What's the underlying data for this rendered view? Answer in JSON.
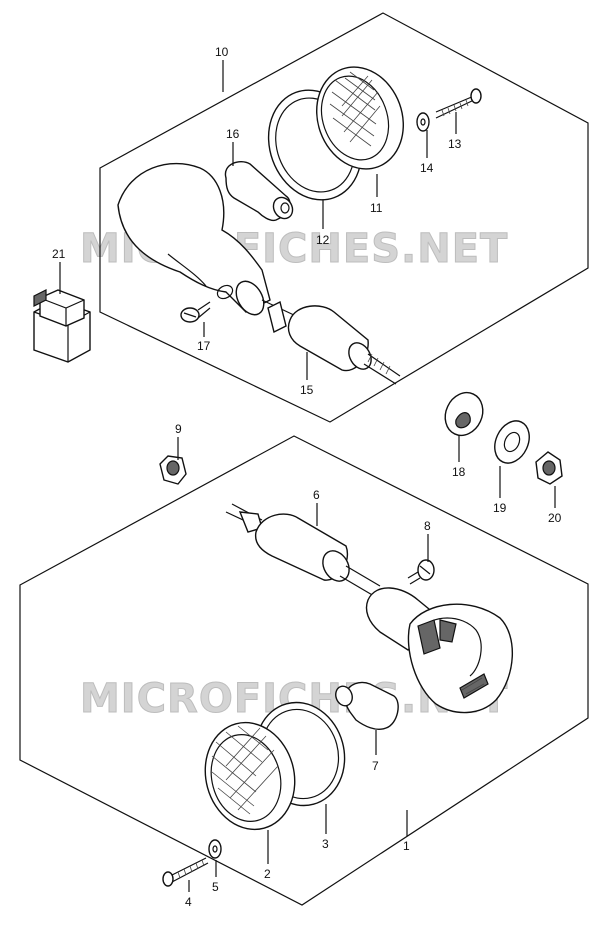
{
  "watermark": "MICROFICHES.NET",
  "callouts": {
    "c1": "1",
    "c2": "2",
    "c3": "3",
    "c4": "4",
    "c5": "5",
    "c6": "6",
    "c7": "7",
    "c8": "8",
    "c9": "9",
    "c10": "10",
    "c11": "11",
    "c12": "12",
    "c13": "13",
    "c14": "14",
    "c15": "15",
    "c16": "16",
    "c17": "17",
    "c18": "18",
    "c19": "19",
    "c20": "20",
    "c21": "21"
  }
}
